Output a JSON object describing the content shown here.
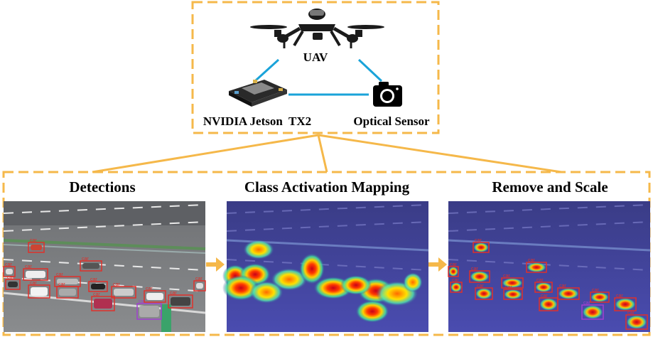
{
  "colors": {
    "frame": "#F5B84A",
    "link": "#1AA3D9",
    "road": "#7d7f82",
    "heat_bg": "#3c3f9a"
  },
  "system": {
    "uav_label": "UAV",
    "board_label": "NVIDIA Jetson  TX2",
    "camera_label": "Optical Sensor"
  },
  "panels": [
    {
      "title": "Detections"
    },
    {
      "title": "Class Activation Mapping"
    },
    {
      "title": "Remove and Scale"
    }
  ],
  "detection_class": "car",
  "icons": [
    "drone-icon",
    "circuit-board-icon",
    "camera-icon",
    "arrow-right-icon"
  ]
}
